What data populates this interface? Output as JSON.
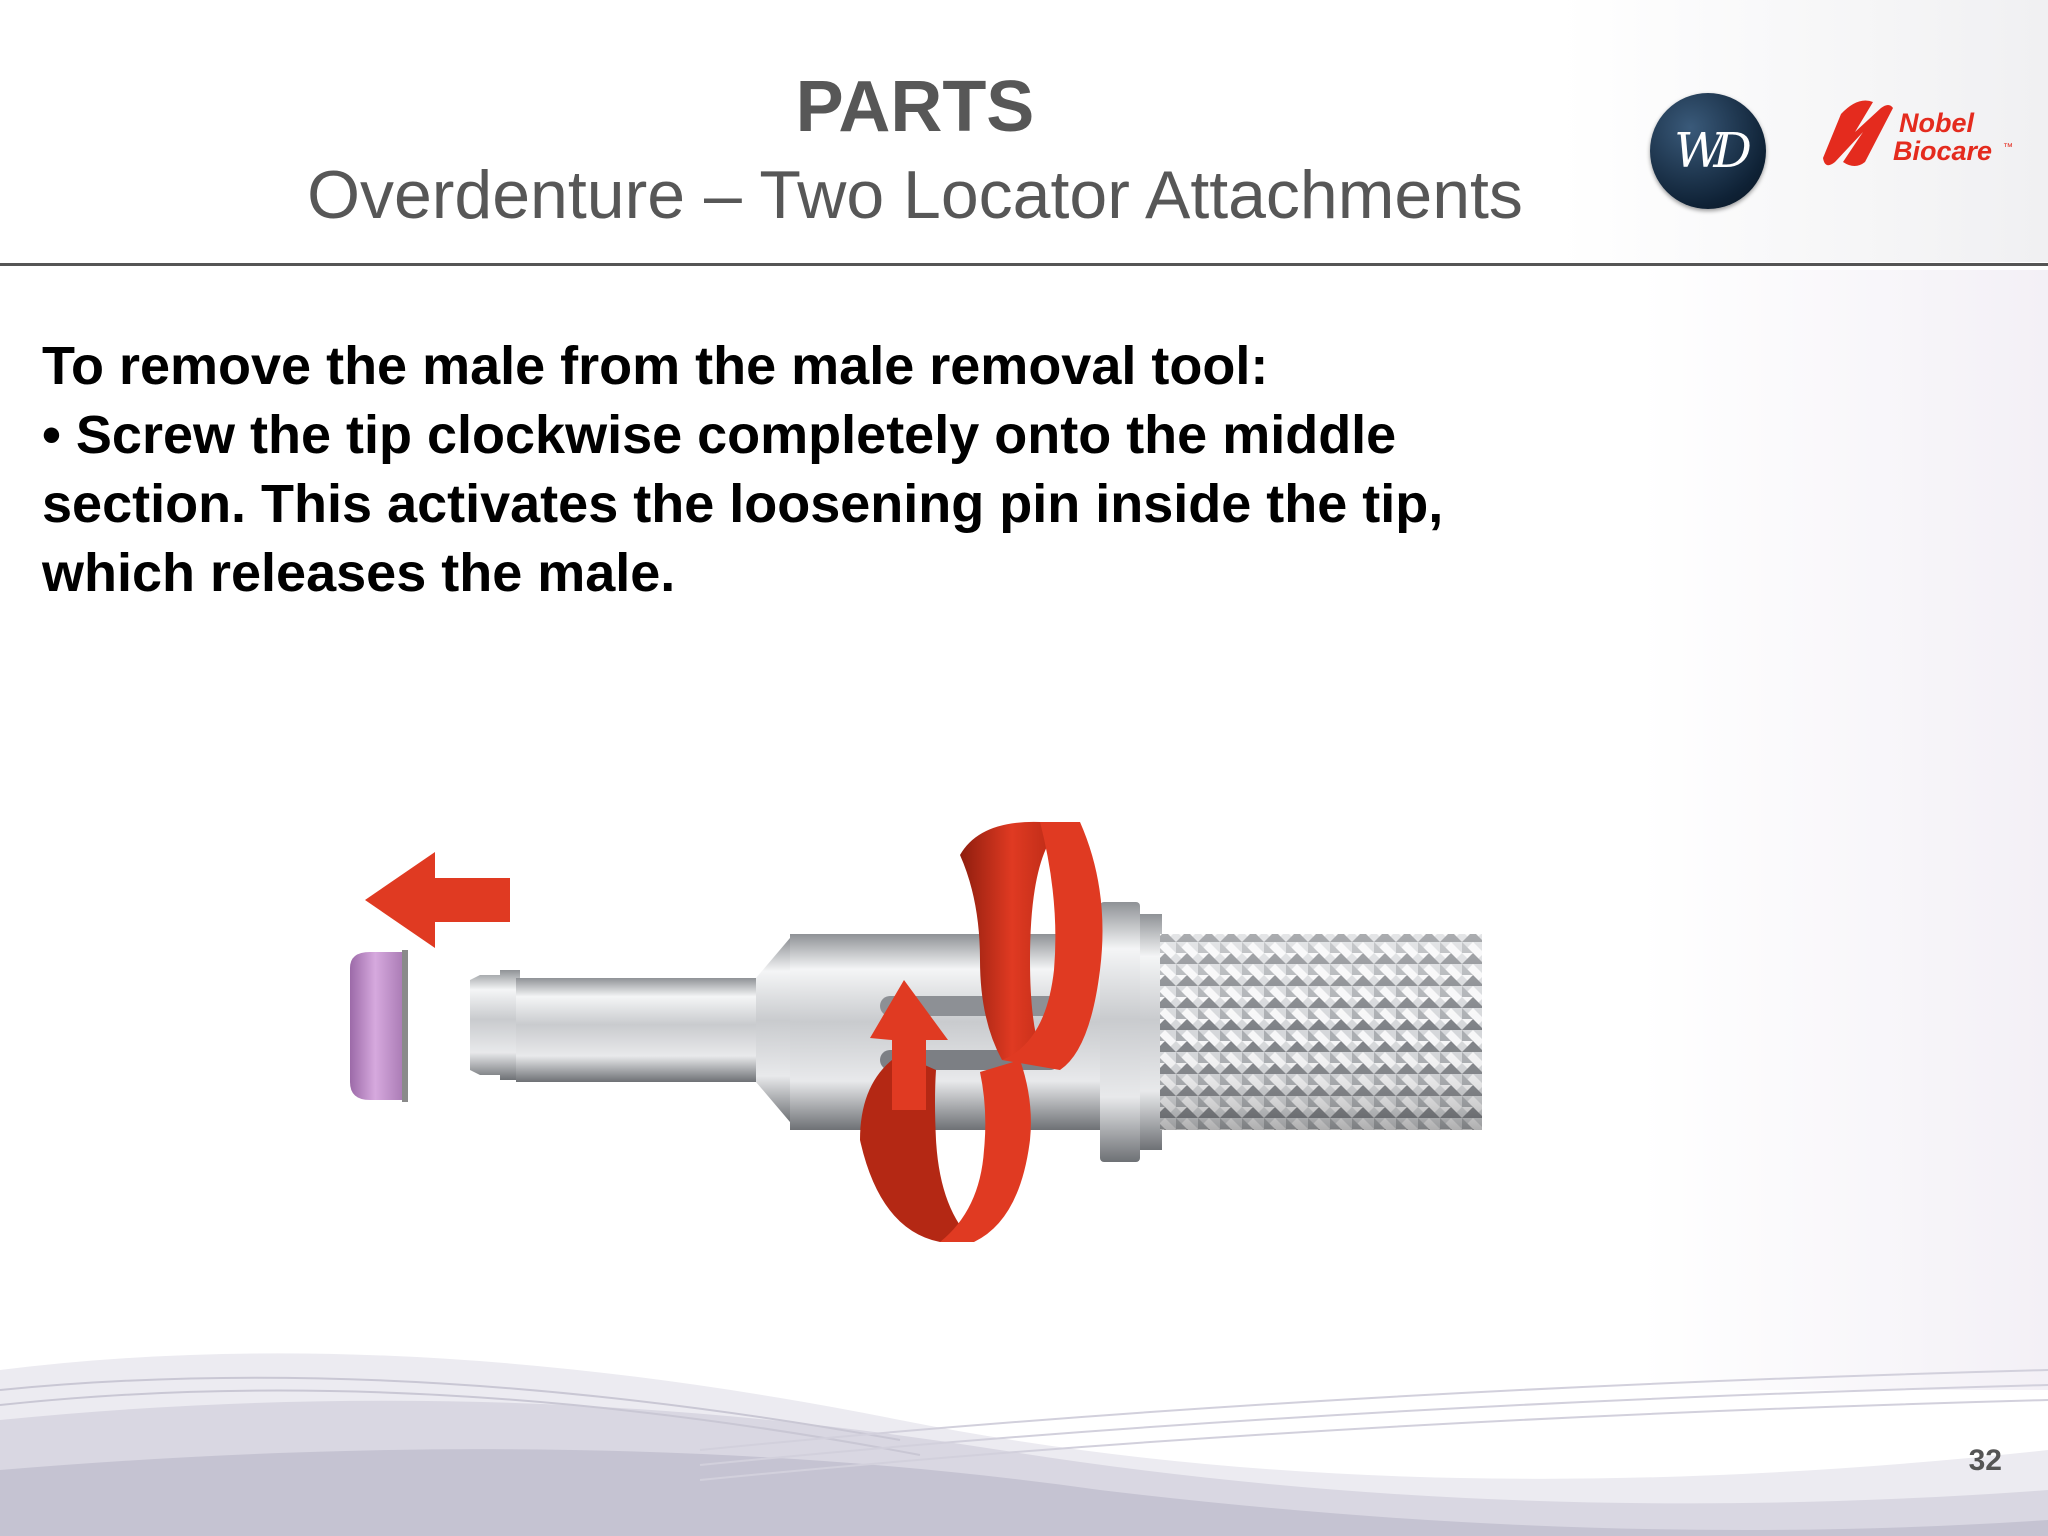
{
  "header": {
    "title": "PARTS",
    "subtitle": "Overdenture – Two Locator Attachments"
  },
  "logos": {
    "wd": {
      "icon": "wd-monogram-logo",
      "text": "WD"
    },
    "nobel": {
      "icon": "nobel-biocare-logo",
      "line1": "Nobel",
      "line2": "Biocare",
      "mark": "™",
      "color": "#e42b1e"
    }
  },
  "body": {
    "heading": "To remove the male from the male removal tool:",
    "bullet": "• Screw the tip clockwise completely onto the middle section. This activates the loosening pin inside the tip, which releases the male."
  },
  "illustration": {
    "description_icon": "male-removal-tool-illustration",
    "arrow_color": "#e03a22",
    "male_color": "#c79ad0"
  },
  "footer": {
    "page_number": "32"
  }
}
